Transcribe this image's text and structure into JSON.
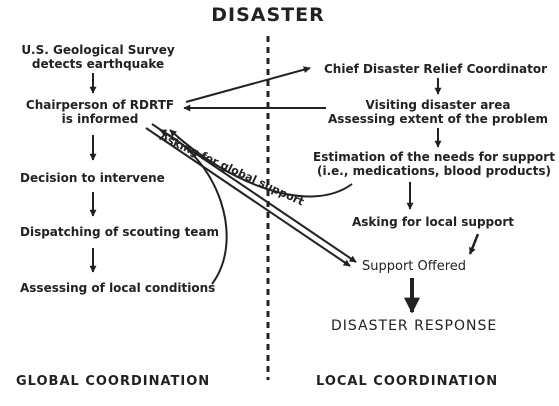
{
  "title": "DISASTER",
  "global": {
    "usgs_line1": "U.S. Geological Survey",
    "usgs_line2": "detects earthquake",
    "chair_line1": "Chairperson of RDRTF",
    "chair_line2": "is informed",
    "decision": "Decision to intervene",
    "dispatch": "Dispatching of scouting team",
    "assess_local": "Assessing of local conditions",
    "footer": "GLOBAL COORDINATION"
  },
  "local": {
    "coordinator": "Chief Disaster Relief Coordinator",
    "visit_line1": "Visiting disaster area",
    "visit_line2": "Assessing extent of the problem",
    "needs_line1": "Estimation of the needs for support",
    "needs_line2": "(i.e., medications, blood products)",
    "ask_local": "Asking for local support",
    "support_offered": "Support Offered",
    "response": "DISASTER RESPONSE",
    "footer": "LOCAL COORDINATION"
  },
  "ask_global_label": "Asking for global support"
}
